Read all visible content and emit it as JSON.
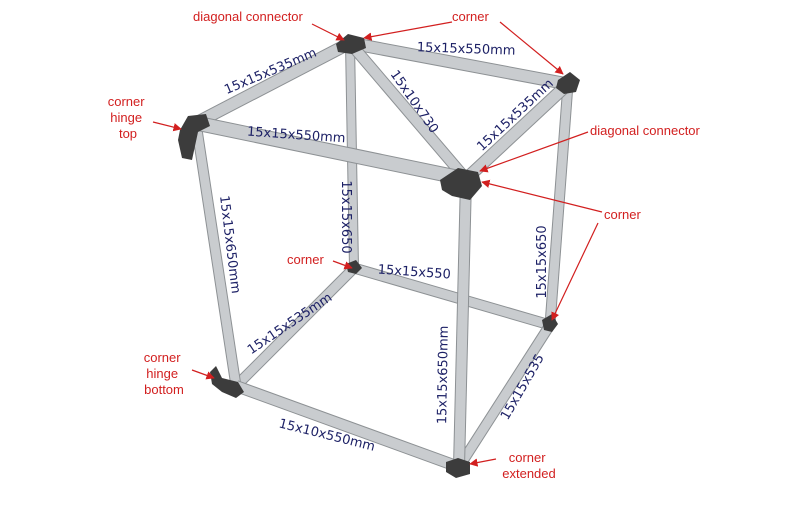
{
  "colors": {
    "callout_text": "#d21f1f",
    "callout_arrow": "#d21f1f",
    "dimension_text": "#1d2166",
    "tube_fill": "#c9cccf",
    "tube_edge": "#8d9194",
    "connector_fill": "#3c3c3c"
  },
  "callouts": {
    "diagonal_connector_top": "diagonal connector",
    "corner_top": "corner",
    "corner_hinge_top": [
      "corner",
      "hinge",
      "top"
    ],
    "diagonal_connector_right": "diagonal connector",
    "corner_right": "corner",
    "corner_back": "corner",
    "corner_hinge_bottom": [
      "corner",
      "hinge",
      "bottom"
    ],
    "corner_extended": [
      "corner",
      "extended"
    ]
  },
  "dimensions": {
    "top_left_bar": "15x15x535mm",
    "top_back_bar": "15x15x550mm",
    "top_front_bar": "15x15x550mm",
    "top_diagonal": "15x10x730",
    "top_right_bar": "15x15x535mm",
    "left_front_post": "15x15x650mm",
    "back_left_post": "15x15x650",
    "right_back_post": "15x15x650",
    "bottom_back_bar": "15x15x550",
    "bottom_left_bar": "15x15x535mm",
    "front_right_post": "15x15x650mm",
    "bottom_right_bar": "15x15x535",
    "bottom_front_bar": "15x10x550mm"
  }
}
